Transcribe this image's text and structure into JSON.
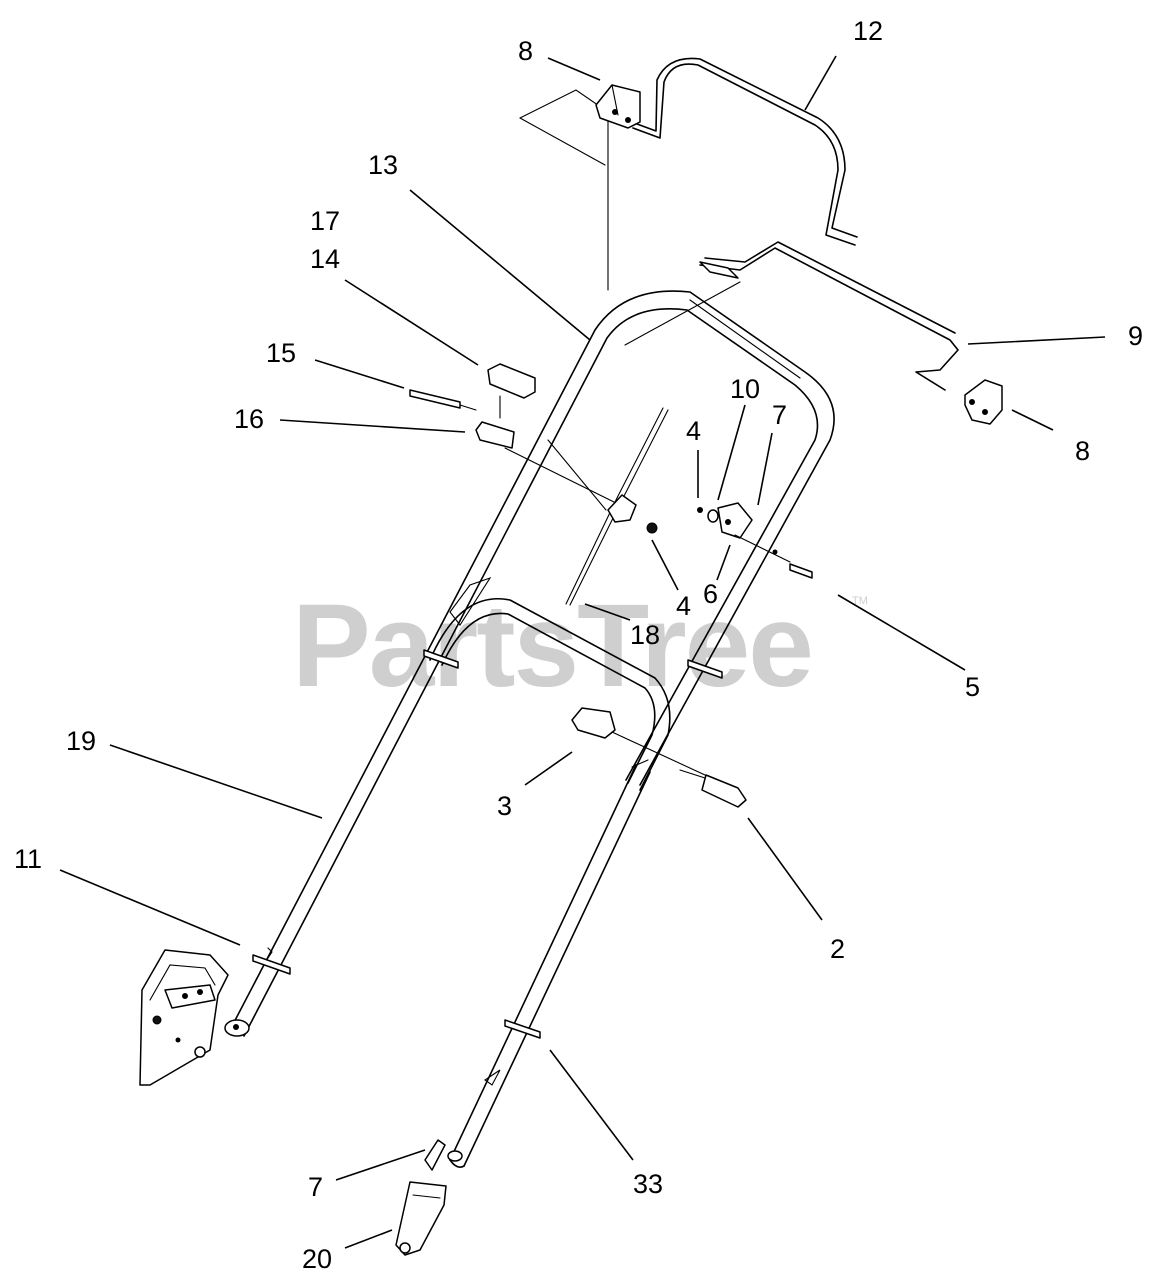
{
  "watermark": {
    "brand": "PartsTree",
    "trademark": "TM"
  },
  "callouts": {
    "c12": "12",
    "c8a": "8",
    "c13": "13",
    "c17": "17",
    "c14": "14",
    "c15": "15",
    "c16": "16",
    "c9": "9",
    "c10": "10",
    "c7a": "7",
    "c4a": "4",
    "c8b": "8",
    "c4b": "4",
    "c6": "6",
    "c18": "18",
    "c5": "5",
    "c19": "19",
    "c3": "3",
    "c2": "2",
    "c11": "11",
    "c33": "33",
    "c7b": "7",
    "c20": "20"
  }
}
